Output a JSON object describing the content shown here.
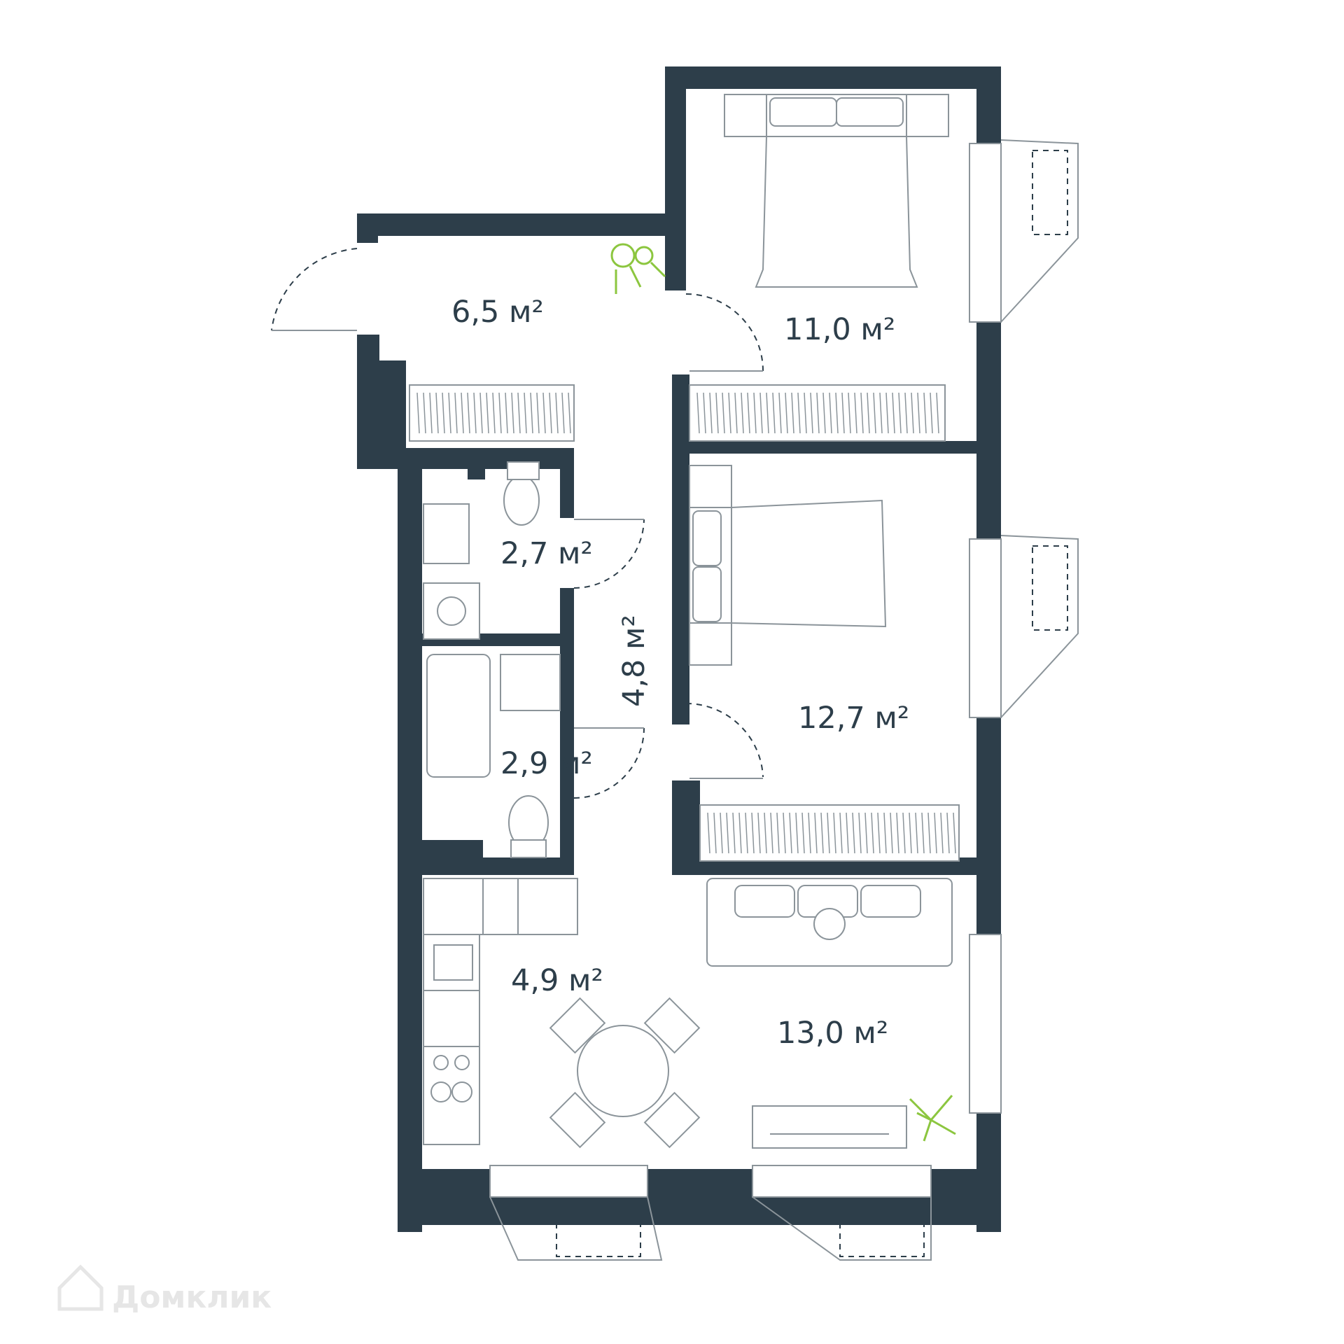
{
  "rooms": [
    {
      "name": "hallway",
      "area": "6,5 м²"
    },
    {
      "name": "bedroom-1",
      "area": "11,0 м²"
    },
    {
      "name": "wc",
      "area": "2,7 м²"
    },
    {
      "name": "corridor",
      "area": "4,8 м²"
    },
    {
      "name": "bedroom-2",
      "area": "12,7 м²"
    },
    {
      "name": "bathroom",
      "area": "2,9 м²"
    },
    {
      "name": "kitchen",
      "area": "4,9 м²"
    },
    {
      "name": "living-room",
      "area": "13,0 м²"
    }
  ],
  "watermark": "Домклик",
  "colors": {
    "wall": "#2d3e4a",
    "accent_plant": "#8cc63f"
  }
}
